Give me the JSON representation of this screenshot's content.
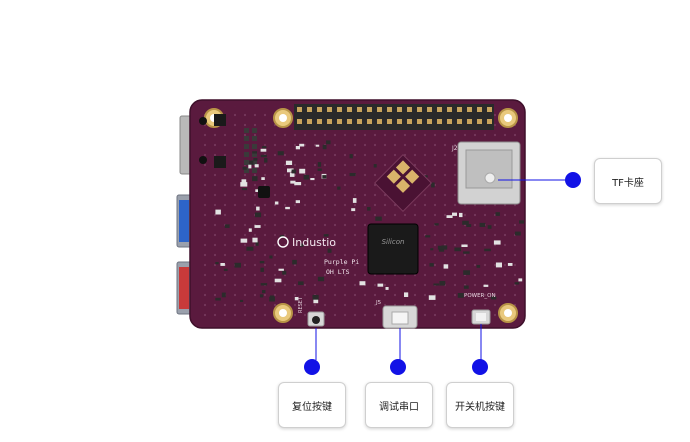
{
  "board": {
    "brand_text": "Industio",
    "model_text_line1": "Purple Pi",
    "model_text_line2": "OH LTS",
    "chip_text": "Silicon",
    "label_reset": "RESET",
    "label_power": "POWER_ON",
    "label_j5": "J5",
    "label_j2": "J2"
  },
  "callouts": {
    "tf_slot": "TF卡座",
    "reset_button": "复位按键",
    "debug_serial": "调试串口",
    "power_button": "开关机按键"
  },
  "colors": {
    "accent": "#1212e6",
    "pcb": "#5a1a3e",
    "pcb_dark": "#4a1233"
  }
}
